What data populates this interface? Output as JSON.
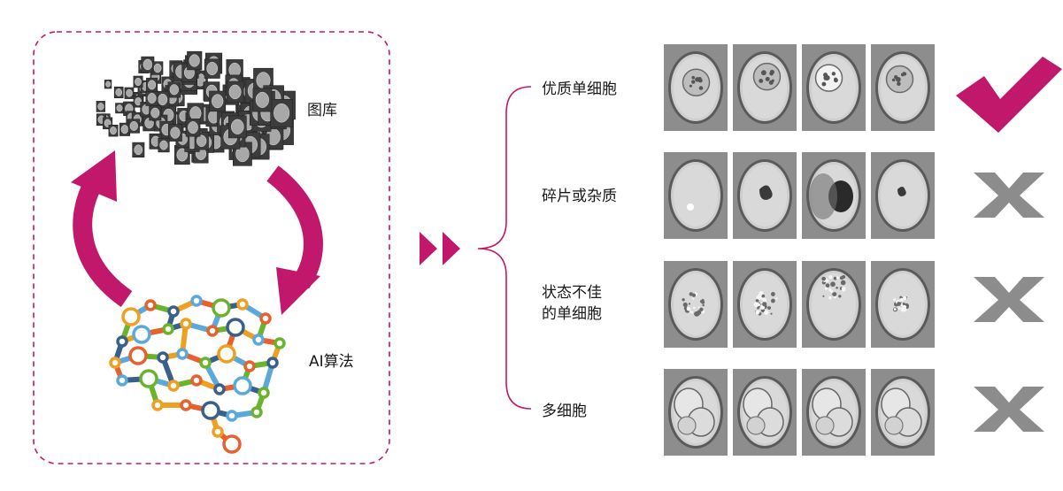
{
  "left_panel": {
    "gallery_label": "图库",
    "algorithm_label": "AI算法"
  },
  "categories": [
    {
      "label": "优质单细胞",
      "verdict": "accept",
      "cell_kinds": [
        "ring-granular",
        "granular",
        "bright-center",
        "ring-granular"
      ]
    },
    {
      "label": "碎片或杂质",
      "verdict": "reject",
      "cell_kinds": [
        "small-dot",
        "debris",
        "dark-blob",
        "small-debris"
      ]
    },
    {
      "label": "状态不佳\n的单细胞",
      "verdict": "reject",
      "cell_kinds": [
        "speckled",
        "speckled-large",
        "speckled-top",
        "speckled-small"
      ]
    },
    {
      "label": "多细胞",
      "verdict": "reject",
      "cell_kinds": [
        "multi",
        "multi",
        "multi",
        "multi"
      ]
    }
  ],
  "colors": {
    "accent": "#c2186b",
    "reject": "#8c8c8c",
    "border": "#c2186b",
    "brace": "#c2186b"
  },
  "icons": {
    "accept": "checkmark-icon",
    "reject": "cross-icon",
    "flow": "double-arrow-icon"
  }
}
